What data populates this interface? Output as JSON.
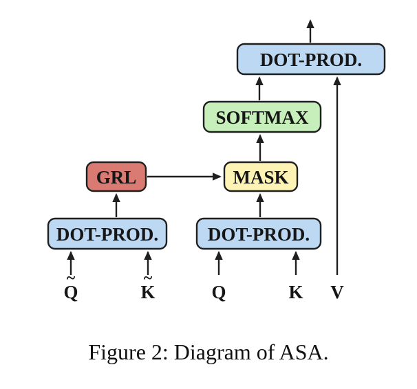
{
  "figure": {
    "caption": "Figure 2: Diagram of ASA."
  },
  "diagram": {
    "line_color": "#1f1f1f",
    "boxes": {
      "dot_prod_top": {
        "label": "DOT-PROD.",
        "fill": "#bcd8f2"
      },
      "softmax": {
        "label": "SOFTMAX",
        "fill": "#c7efbb"
      },
      "mask": {
        "label": "MASK",
        "fill": "#fcf3b4"
      },
      "grl": {
        "label": "GRL",
        "fill": "#d97b72"
      },
      "dot_prod_left": {
        "label": "DOT-PROD.",
        "fill": "#bcd8f2"
      },
      "dot_prod_right": {
        "label": "DOT-PROD.",
        "fill": "#bcd8f2"
      }
    },
    "inputs": {
      "q_tilde": {
        "base": "Q",
        "accent": "~"
      },
      "k_tilde": {
        "base": "K",
        "accent": "~"
      },
      "q": {
        "base": "Q"
      },
      "k": {
        "base": "K"
      },
      "v": {
        "base": "V"
      }
    }
  }
}
